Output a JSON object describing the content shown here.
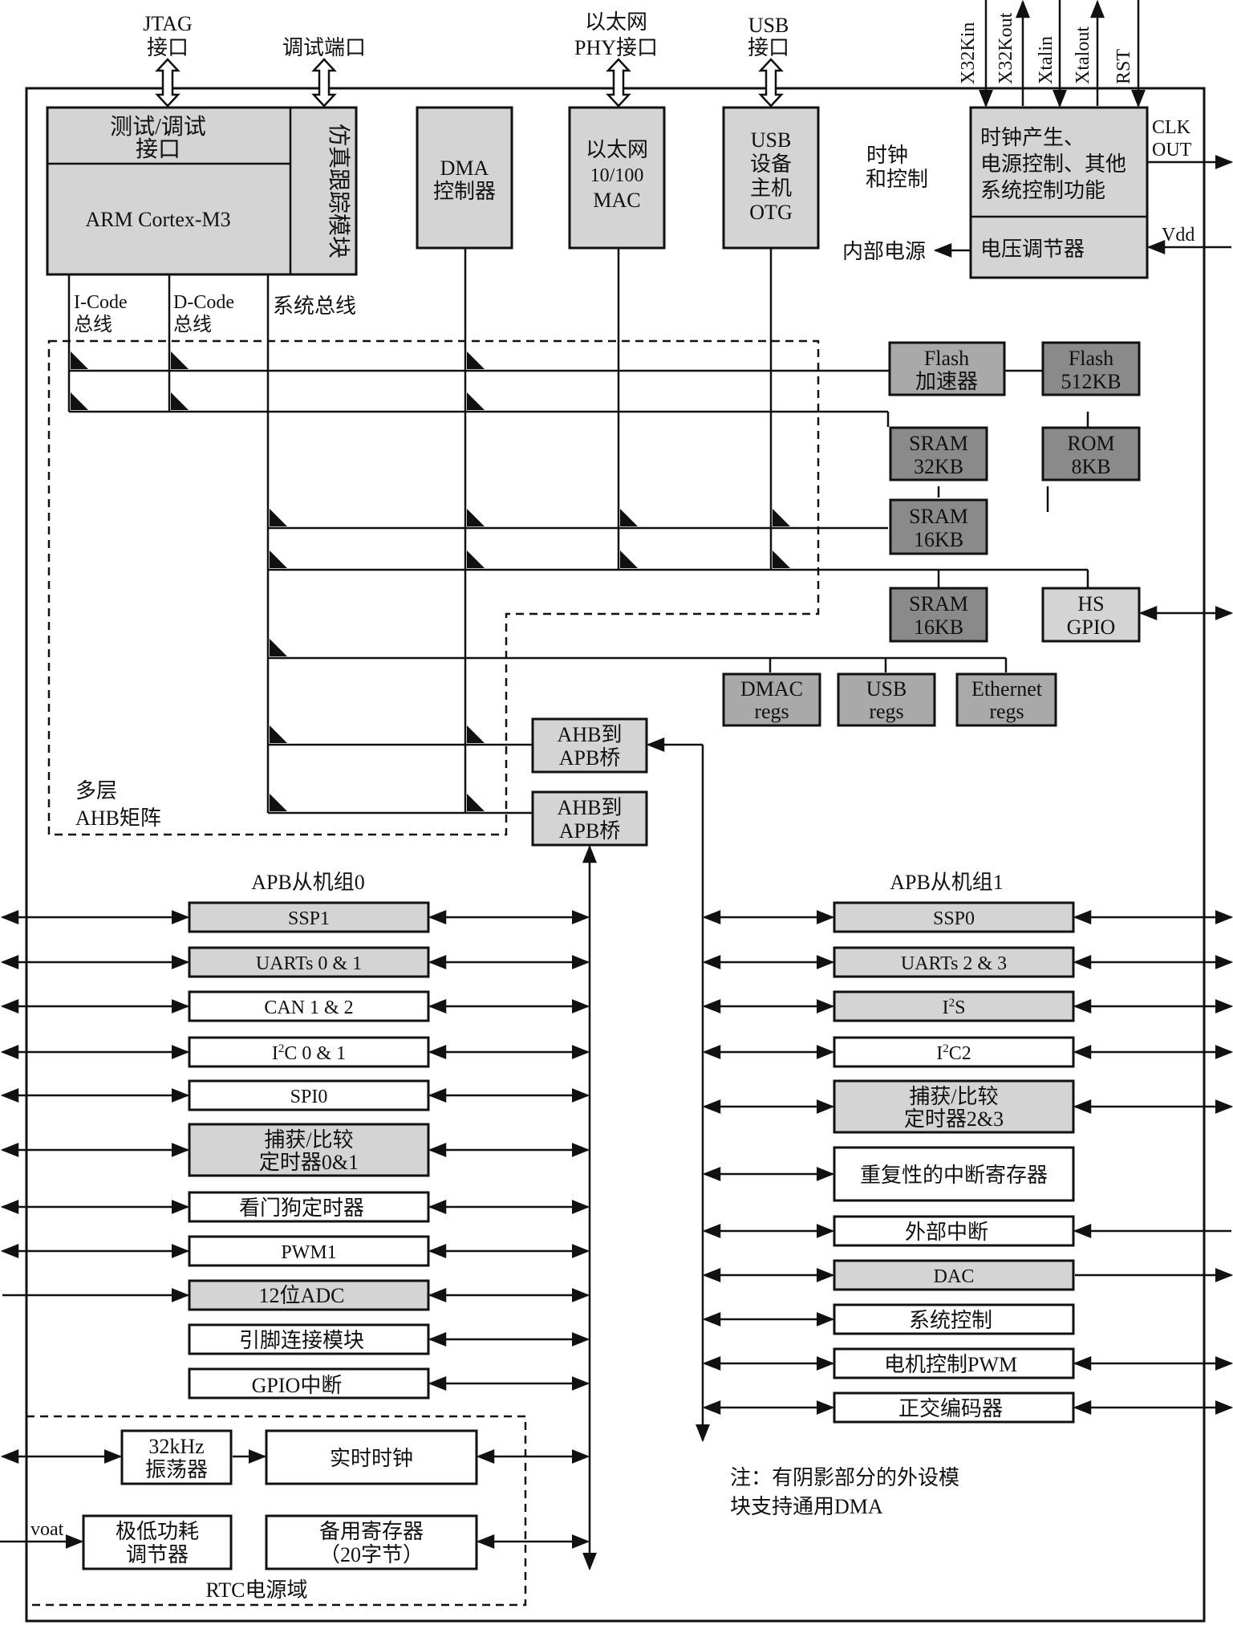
{
  "colors": {
    "shaded": "#d4d4d4",
    "dark": "#8a8a8a",
    "mid": "#a9a9a9",
    "line": "#111111"
  },
  "top": {
    "jtag": "JTAG",
    "jtag2": "接口",
    "debug_port": "调试端口",
    "eth_phy1": "以太网",
    "eth_phy2": "PHY接口",
    "usb_if1": "USB",
    "usb_if2": "接口",
    "pins": [
      "X32Kin",
      "X32Kout",
      "Xtalin",
      "Xtalout",
      "RST"
    ]
  },
  "cpu": {
    "test1": "测试/调试",
    "test2": "接口",
    "core": "ARM Cortex-M3",
    "trace": "仿真跟踪模块"
  },
  "dma": {
    "l1": "DMA",
    "l2": "控制器"
  },
  "mac": {
    "l1": "以太网",
    "l2": "10/100",
    "l3": "MAC"
  },
  "usb": {
    "l1": "USB",
    "l2": "设备",
    "l3": "主机",
    "l4": "OTG"
  },
  "clock": {
    "side1": "时钟",
    "side2": "和控制",
    "l1": "时钟产生、",
    "l2": "电源控制、其他",
    "l3": "系统控制功能",
    "clkout1": "CLK",
    "clkout2": "OUT",
    "vreg": "电压调节器",
    "internal_power": "内部电源",
    "vdd": "Vdd"
  },
  "buses": {
    "icode1": "I-Code",
    "icode2": "总线",
    "dcode1": "D-Code",
    "dcode2": "总线",
    "system": "系统总线"
  },
  "memory": {
    "flash_acc1": "Flash",
    "flash_acc2": "加速器",
    "flash1": "Flash",
    "flash2": "512KB",
    "sram32a": "SRAM",
    "sram32b": "32KB",
    "rom1": "ROM",
    "rom2": "8KB",
    "sram16a1": "SRAM",
    "sram16a2": "16KB",
    "sram16b1": "SRAM",
    "sram16b2": "16KB",
    "hsgpio1": "HS",
    "hsgpio2": "GPIO"
  },
  "regs": {
    "dmac1": "DMAC",
    "dmac2": "regs",
    "usb1": "USB",
    "usb2": "regs",
    "eth1": "Ethernet",
    "eth2": "regs"
  },
  "matrix": {
    "l1": "多层",
    "l2": "AHB矩阵"
  },
  "bridges": {
    "b1a": "AHB到",
    "b1b": "APB桥",
    "b2a": "AHB到",
    "b2b": "APB桥"
  },
  "apb0": {
    "title": "APB从机组0",
    "ssp1": "SSP1",
    "uart01": "UARTs 0 & 1",
    "can": "CAN 1 & 2",
    "i2c01_pre": "I",
    "i2c01_sup": "2",
    "i2c01_post": "C 0 & 1",
    "spi0": "SPI0",
    "cap01a": "捕获/比较",
    "cap01b": "定时器0&1",
    "wdt": "看门狗定时器",
    "pwm1": "PWM1",
    "adc": "12位ADC",
    "pinconn": "引脚连接模块",
    "gpioint": "GPIO中断"
  },
  "apb1": {
    "title": "APB从机组1",
    "ssp0": "SSP0",
    "uart23": "UARTs 2 & 3",
    "i2s_pre": "I",
    "i2s_sup": "2",
    "i2s_post": "S",
    "i2c2_pre": "I",
    "i2c2_sup": "2",
    "i2c2_post": "C2",
    "cap23a": "捕获/比较",
    "cap23b": "定时器2&3",
    "repint": "重复性的中断寄存器",
    "extint": "外部中断",
    "dac": "DAC",
    "sysctl": "系统控制",
    "mcpwm": "电机控制PWM",
    "qei": "正交编码器"
  },
  "rtc": {
    "osc1": "32kHz",
    "osc2": "振荡器",
    "clock": "实时时钟",
    "voat": "voat",
    "lp1": "极低功耗",
    "lp2": "调节器",
    "backup1": "备用寄存器",
    "backup2": "（20字节）",
    "domain": "RTC电源域"
  },
  "note": {
    "l1": "注：有阴影部分的外设模",
    "l2": "块支持通用DMA"
  }
}
